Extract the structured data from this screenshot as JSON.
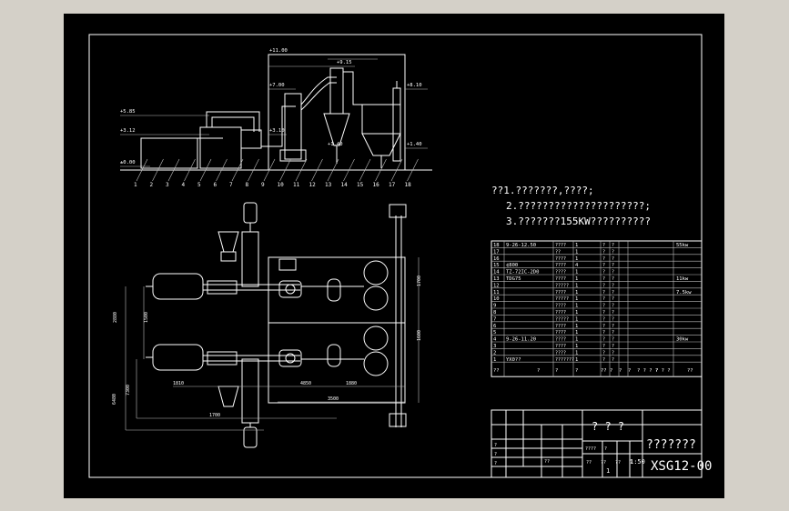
{
  "drawing": {
    "number": "XSG12-00",
    "title": "???????",
    "title_sub": "? ? ?",
    "scale": "1:50",
    "sheet_count": "1"
  },
  "notes": [
    "??1.???????,????;",
    "2.?????????????????????;",
    "3.???????155KW??????????"
  ],
  "elevations": [
    "+11.00",
    "+9.15",
    "+8.10",
    "+7.00",
    "+5.85",
    "+3.12",
    "+3.10",
    "+1.40",
    "+1.40",
    "±0.00"
  ],
  "leaders_top": [
    "1",
    "2",
    "3",
    "4",
    "5",
    "6",
    "7",
    "8",
    "9",
    "10",
    "11",
    "12",
    "13",
    "14",
    "15",
    "16",
    "17",
    "18"
  ],
  "dimensions": [
    "2880",
    "1500",
    "7300",
    "6480",
    "1810",
    "1700",
    "4850",
    "1880",
    "1700",
    "1600",
    "3500"
  ],
  "parts": [
    {
      "no": "18",
      "code": "9-26-12.50",
      "name": "????",
      "qty": "1",
      "unit": "?",
      "mat": "?",
      "note": "55kw"
    },
    {
      "no": "17",
      "code": "",
      "name": "??",
      "qty": "1",
      "unit": "?",
      "mat": "?",
      "note": ""
    },
    {
      "no": "16",
      "code": "",
      "name": "????",
      "qty": "1",
      "unit": "?",
      "mat": "?",
      "note": ""
    },
    {
      "no": "15",
      "code": "¢800",
      "name": "????",
      "qty": "4",
      "unit": "?",
      "mat": "?",
      "note": ""
    },
    {
      "no": "14",
      "code": "TZ-72IC-2D0",
      "name": "????",
      "qty": "1",
      "unit": "?",
      "mat": "?",
      "note": ""
    },
    {
      "no": "13",
      "code": "TDG75",
      "name": "????",
      "qty": "1",
      "unit": "?",
      "mat": "?",
      "note": "11kw"
    },
    {
      "no": "12",
      "code": "",
      "name": "?????",
      "qty": "1",
      "unit": "?",
      "mat": "?",
      "note": ""
    },
    {
      "no": "11",
      "code": "",
      "name": "????",
      "qty": "1",
      "unit": "?",
      "mat": "?",
      "note": "7.5kw"
    },
    {
      "no": "10",
      "code": "",
      "name": "?????",
      "qty": "1",
      "unit": "?",
      "mat": "?",
      "note": ""
    },
    {
      "no": "9",
      "code": "",
      "name": "????",
      "qty": "1",
      "unit": "?",
      "mat": "?",
      "note": ""
    },
    {
      "no": "8",
      "code": "",
      "name": "????",
      "qty": "1",
      "unit": "?",
      "mat": "?",
      "note": ""
    },
    {
      "no": "7",
      "code": "",
      "name": "?????",
      "qty": "1",
      "unit": "?",
      "mat": "?",
      "note": ""
    },
    {
      "no": "6",
      "code": "",
      "name": "????",
      "qty": "1",
      "unit": "?",
      "mat": "?",
      "note": ""
    },
    {
      "no": "5",
      "code": "",
      "name": "????",
      "qty": "1",
      "unit": "?",
      "mat": "?",
      "note": ""
    },
    {
      "no": "4",
      "code": "9-26-11.20",
      "name": "????",
      "qty": "1",
      "unit": "?",
      "mat": "?",
      "note": "30kw"
    },
    {
      "no": "3",
      "code": "",
      "name": "????",
      "qty": "1",
      "unit": "?",
      "mat": "?",
      "note": ""
    },
    {
      "no": "2",
      "code": "",
      "name": "????",
      "qty": "1",
      "unit": "?",
      "mat": "?",
      "note": ""
    },
    {
      "no": "1",
      "code": "YX0??",
      "name": "???????",
      "qty": "1",
      "unit": "?",
      "mat": "?",
      "note": ""
    }
  ],
  "parts_header": [
    "??",
    "?",
    "?",
    "?",
    "??",
    "?",
    "?",
    "?",
    "? ? ? ?",
    "? ? ?",
    "??"
  ],
  "titleblock_rows": [
    "?",
    "?",
    "?",
    "??",
    "????",
    "?"
  ],
  "titleblock_labels": [
    "??",
    "??",
    "??",
    "?"
  ]
}
